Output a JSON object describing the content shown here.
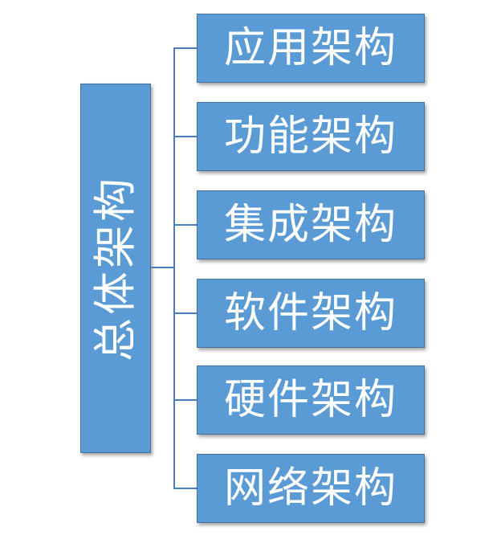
{
  "root": {
    "label": "总体架构"
  },
  "children": [
    {
      "label": "应用架构"
    },
    {
      "label": "功能架构"
    },
    {
      "label": "集成架构"
    },
    {
      "label": "软件架构"
    },
    {
      "label": "硬件架构"
    },
    {
      "label": "网络架构"
    }
  ],
  "colors": {
    "box_fill": "#5b9bd5",
    "box_border": "#41719c",
    "connector": "#4a7ebb",
    "text": "#ffffff"
  }
}
